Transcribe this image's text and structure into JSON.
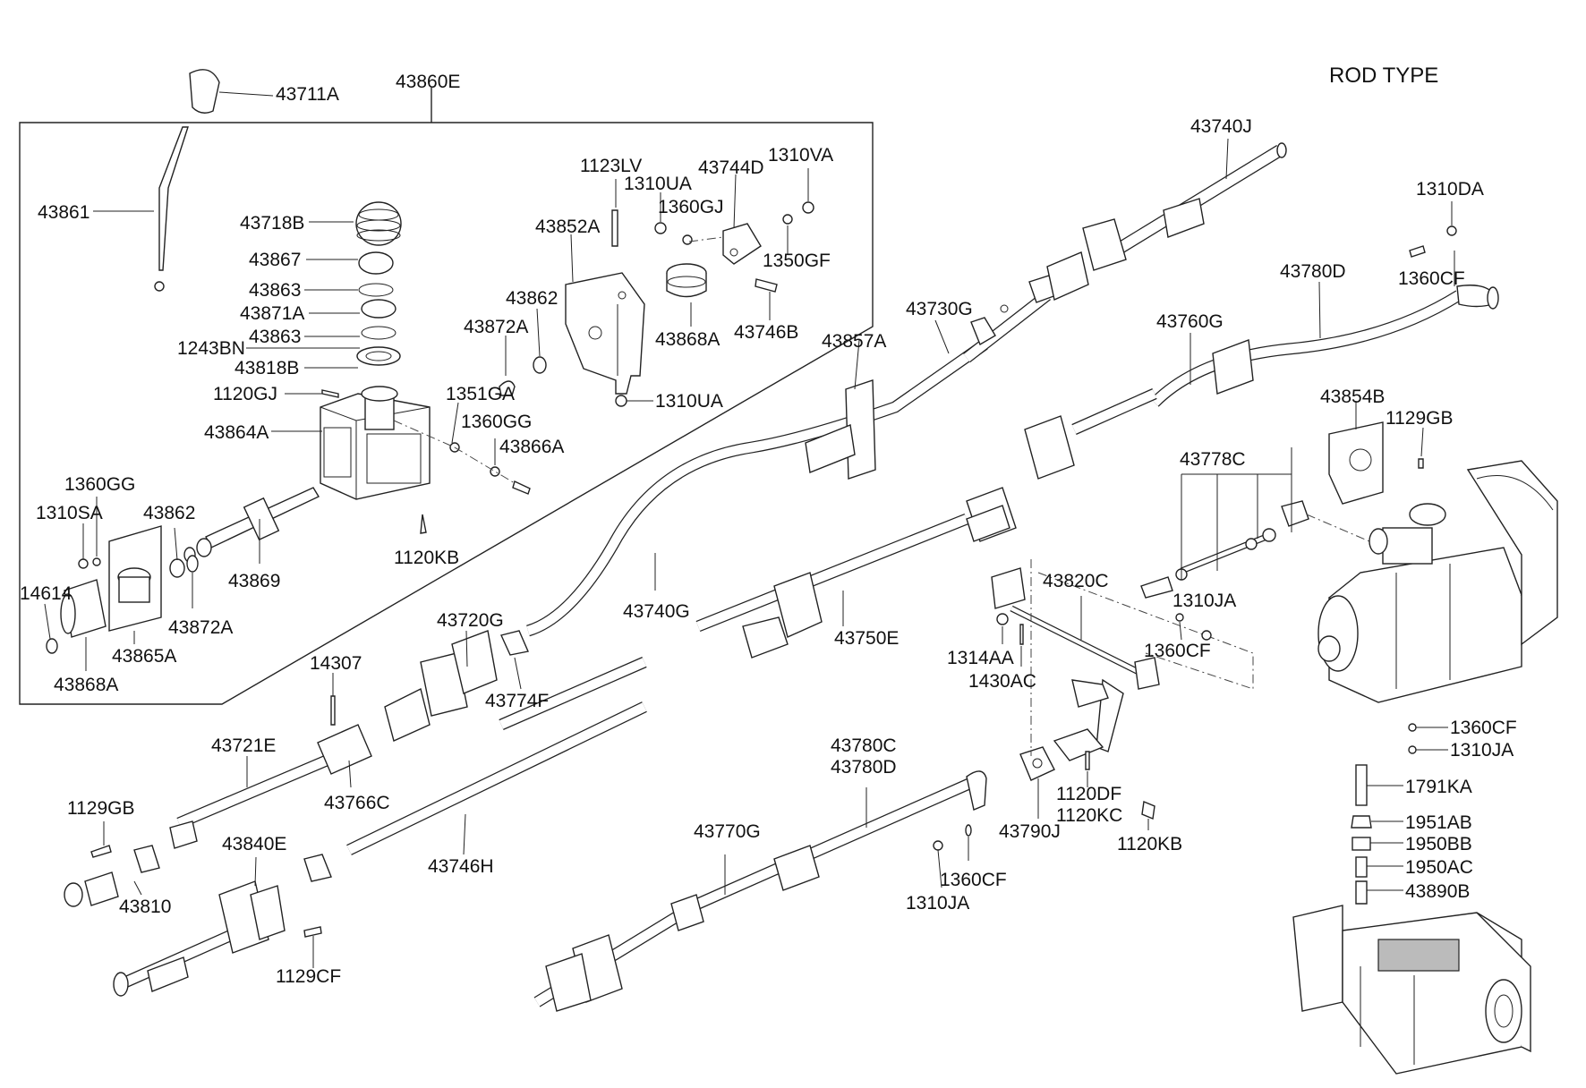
{
  "diagram": {
    "title": "ROD TYPE",
    "labels": {
      "l_43711A": "43711A",
      "l_43860E": "43860E",
      "l_43861": "43861",
      "l_43718B": "43718B",
      "l_43867": "43867",
      "l_43863a": "43863",
      "l_43871A": "43871A",
      "l_43863b": "43863",
      "l_1243BN": "1243BN",
      "l_43818B": "43818B",
      "l_1120GJ": "1120GJ",
      "l_43864A": "43864A",
      "l_1351GA": "1351GA",
      "l_1360GGa": "1360GG",
      "l_43866A": "43866A",
      "l_1120KBa": "1120KB",
      "l_1123LV": "1123LV",
      "l_1310UAa": "1310UA",
      "l_43744D": "43744D",
      "l_1310VA": "1310VA",
      "l_1360GJ": "1360GJ",
      "l_43852A": "43852A",
      "l_1350GF": "1350GF",
      "l_43862a": "43862",
      "l_43872Aa": "43872A",
      "l_43868Aa": "43868A",
      "l_43746B": "43746B",
      "l_1310UAb": "1310UA",
      "l_43857A": "43857A",
      "l_1360GGb": "1360GG",
      "l_1310SA": "1310SA",
      "l_43862b": "43862",
      "l_14614": "14614",
      "l_43869": "43869",
      "l_43872Ab": "43872A",
      "l_43865A": "43865A",
      "l_43868Ab": "43868A",
      "l_43740J": "43740J",
      "l_43730G": "43730G",
      "l_1310DA": "1310DA",
      "l_43780D": "43780D",
      "l_1360CFa": "1360CF",
      "l_43760G": "43760G",
      "l_43854B": "43854B",
      "l_1129GBa": "1129GB",
      "l_43778C": "43778C",
      "l_43740G": "43740G",
      "l_43720G": "43720G",
      "l_43774F": "43774F",
      "l_14307": "14307",
      "l_43750E": "43750E",
      "l_43820C": "43820C",
      "l_1310JAa": "1310JA",
      "l_1314AA": "1314AA",
      "l_1360CFb": "1360CF",
      "l_1430AC": "1430AC",
      "l_43721E": "43721E",
      "l_43766C": "43766C",
      "l_1129GBb": "1129GB",
      "l_43840E": "43840E",
      "l_43810": "43810",
      "l_43746H": "43746H",
      "l_1129CF": "1129CF",
      "l_43780C": "43780C",
      "l_43780D2": "43780D",
      "l_43770G": "43770G",
      "l_1360CFc": "1360CF",
      "l_1310JAb": "1310JA",
      "l_1120DF": "1120DF",
      "l_1120KC": "1120KC",
      "l_43790J": "43790J",
      "l_1120KBb": "1120KB",
      "l_1360CFd": "1360CF",
      "l_1310JAc": "1310JA",
      "l_1791KA": "1791KA",
      "l_1951AB": "1951AB",
      "l_1950BB": "1950BB",
      "l_1950AC": "1950AC",
      "l_43890B": "43890B"
    }
  }
}
